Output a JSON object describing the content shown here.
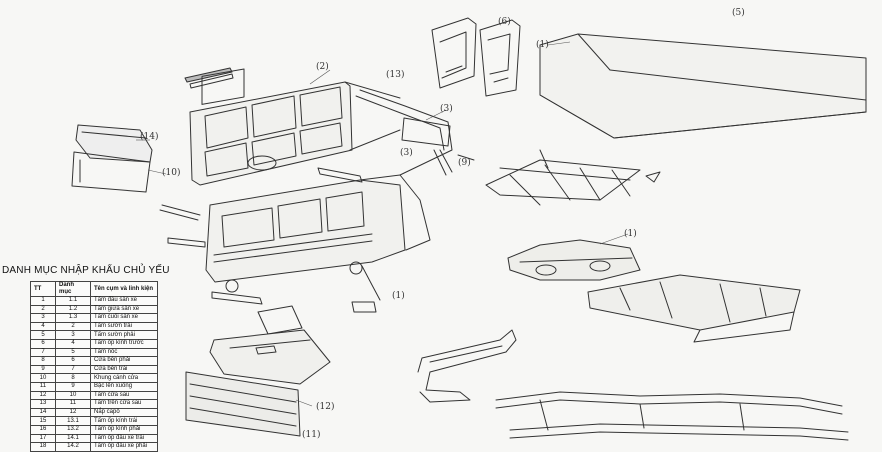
{
  "parts_list": {
    "title": "DANH MỤC NHẬP KHẨU CHỦ YẾU",
    "headers": [
      "TT",
      "Danh mục",
      "Tên cụm và linh kiện"
    ],
    "rows": [
      [
        "1",
        "1.1",
        "Tấm đầu sàn xe"
      ],
      [
        "2",
        "1.2",
        "Tấm giữa sàn xe"
      ],
      [
        "3",
        "1.3",
        "Tấm cuối sàn xe"
      ],
      [
        "4",
        "2",
        "Tấm sườn trái"
      ],
      [
        "5",
        "3",
        "Tấm sườn phải"
      ],
      [
        "6",
        "4",
        "Tấm ốp kính trước"
      ],
      [
        "7",
        "5",
        "Tấm nóc"
      ],
      [
        "8",
        "6",
        "Cửa bên phải"
      ],
      [
        "9",
        "7",
        "Cửa bên trái"
      ],
      [
        "10",
        "8",
        "Khung cánh cửa"
      ],
      [
        "11",
        "9",
        "Bậc lên xuống"
      ],
      [
        "12",
        "10",
        "Tấm cửa sau"
      ],
      [
        "13",
        "11",
        "Tấm trên cửa sau"
      ],
      [
        "14",
        "12",
        "Nắp capô"
      ],
      [
        "15",
        "13.1",
        "Tấm ốp kính trái"
      ],
      [
        "16",
        "13.2",
        "Tấm ốp kính phải"
      ],
      [
        "17",
        "14.1",
        "Tấm ốp đầu xe trái"
      ],
      [
        "18",
        "14.2",
        "Tấm ốp đầu xe phải"
      ]
    ]
  },
  "callouts": [
    {
      "id": "c5",
      "text": "(5)"
    },
    {
      "id": "c6",
      "text": "(6)"
    },
    {
      "id": "c1a",
      "text": "(1)"
    },
    {
      "id": "c2",
      "text": "(2)"
    },
    {
      "id": "c13",
      "text": "(13)"
    },
    {
      "id": "c3a",
      "text": "(3)"
    },
    {
      "id": "c14",
      "text": "(14)"
    },
    {
      "id": "c10",
      "text": "(10)"
    },
    {
      "id": "c9",
      "text": "(9)"
    },
    {
      "id": "c1b",
      "text": "(1)"
    },
    {
      "id": "c1c",
      "text": "(1)"
    },
    {
      "id": "c3b",
      "text": "(3)"
    },
    {
      "id": "c12",
      "text": "(12)"
    },
    {
      "id": "c11",
      "text": "(11)"
    }
  ]
}
